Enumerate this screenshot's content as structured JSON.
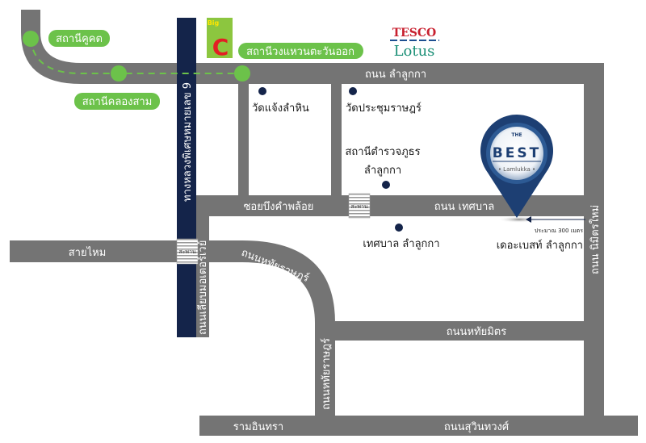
{
  "colors": {
    "road": "#747474",
    "highway": "#14244a",
    "station": "#6cc24a",
    "poi": "#14244a",
    "pin": "#1d3f73"
  },
  "stations": [
    "สถานีคูคต",
    "สถานีคลองสาม",
    "สถานีวงแหวนตะวันออก"
  ],
  "roads": {
    "lamlukka": "ถนน ลำลูกกา",
    "highway9": "ทางหลวงพิเศษหมายเลข 9",
    "motorway_frontage": "ถนนเลียบมอเตอร์เวย์",
    "soi_bueng": "ซอยบึงคำพล้อย",
    "tesaban": "ถนน เทศบาล",
    "saimai": "สายไหม",
    "hathai_rat_curve": "ถนนหทัยราษฎร์",
    "hathai_rat_vertical": "ถนนหทัยราษฎร์",
    "hathai_mit": "ถนนหทัยมิตร",
    "ram_intra": "รามอินทรา",
    "sukhaphiban": "ถนนสุวินทวงศ์",
    "nimit_mai": "ถนน นิมิตรใหม่"
  },
  "bridge_label": "สะพาน",
  "pois": {
    "wat_chaeng": "วัดแจ้งลำหิน",
    "wat_prachum": "วัดประชุมราษฎร์",
    "police_1": "สถานีตำรวจภูธร",
    "police_2": "ลำลูกกา",
    "municipality": "เทศบาล ลำลูกกา"
  },
  "brands": {
    "bigc_small": "Big",
    "bigc_letter": "C",
    "tesco": "TESCO",
    "lotus": "Lotus"
  },
  "pin": {
    "the": "THE",
    "best": "BEST",
    "sub": "• Lamlukka •"
  },
  "destination": {
    "name": "เดอะเบสท์ ลำลูกกา",
    "distance": "ประมาณ 300 เมตร"
  }
}
